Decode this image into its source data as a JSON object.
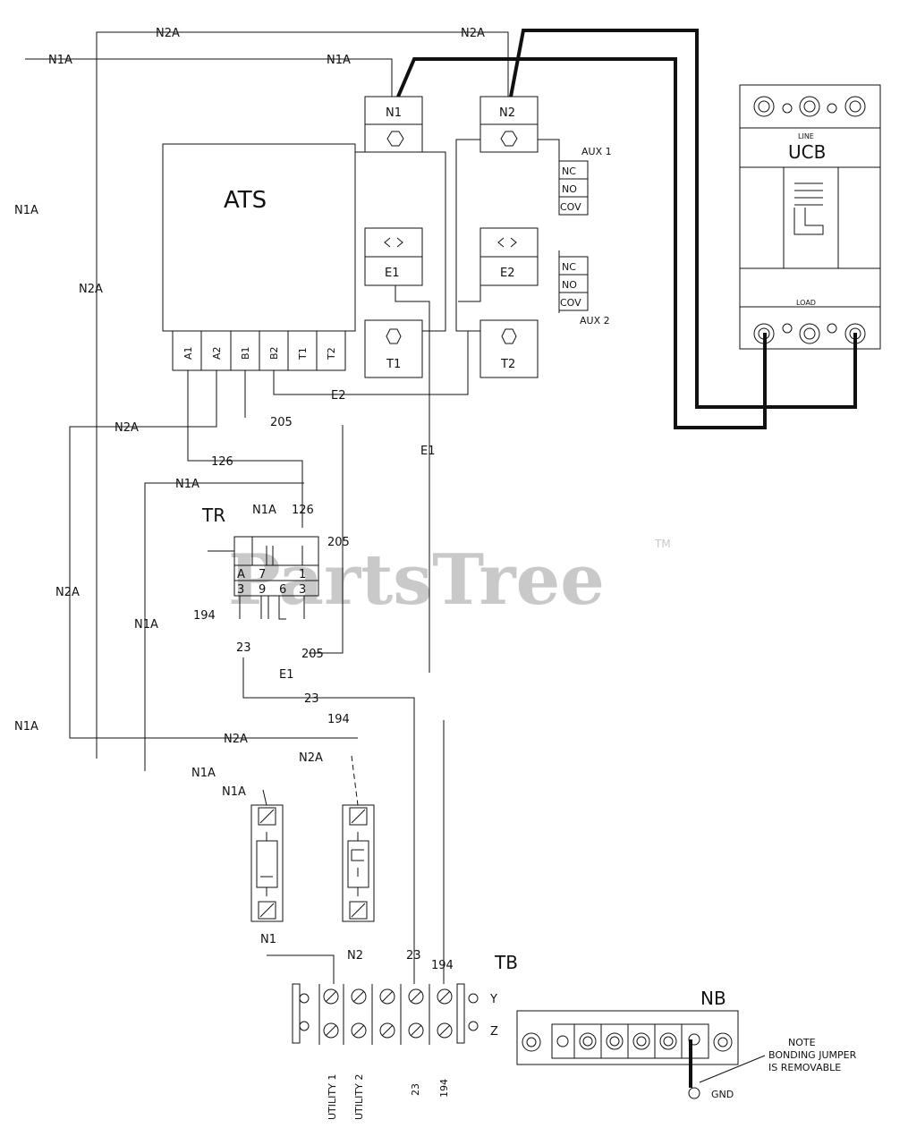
{
  "wires": {
    "n2a": "N2A",
    "n1a": "N1A",
    "w126": "126",
    "w205": "205",
    "e1": "E1",
    "e2": "E2",
    "w23": "23",
    "w194": "194"
  },
  "components": {
    "ats": "ATS",
    "n1_terminal": "N1",
    "n2_terminal": "N2",
    "e1_terminal": "E1",
    "e2_terminal": "E2",
    "t1_terminal": "T1",
    "t2_terminal": "T2",
    "aux1": "AUX 1",
    "aux2": "AUX 2",
    "contacts": [
      "NC",
      "NO",
      "COV"
    ],
    "ats_bottom_terminals": [
      "A1",
      "A2",
      "B1",
      "B2",
      "T1",
      "T2"
    ],
    "ucb": "UCB",
    "ucb_line": "LINE",
    "ucb_load": "LOAD",
    "tr": "TR",
    "tr_n1a": "N1A",
    "tr_126": "126",
    "tr_row1": [
      "A",
      "7",
      "",
      "1"
    ],
    "tr_row2": [
      "3",
      "9",
      "6",
      "3"
    ],
    "tb": "TB",
    "tb_y": "Y",
    "tb_z": "Z",
    "tb_top_labels": [
      "N1",
      "N2",
      "23",
      "194"
    ],
    "tb_bottom_labels": [
      "UTILITY 1",
      "UTILITY 2",
      "23",
      "194"
    ],
    "nb": "NB",
    "gnd": "GND",
    "note": [
      "NOTE",
      "BONDING JUMPER",
      "IS REMOVABLE"
    ]
  },
  "watermark": {
    "text": "PartsTree",
    "tm": "TM"
  }
}
